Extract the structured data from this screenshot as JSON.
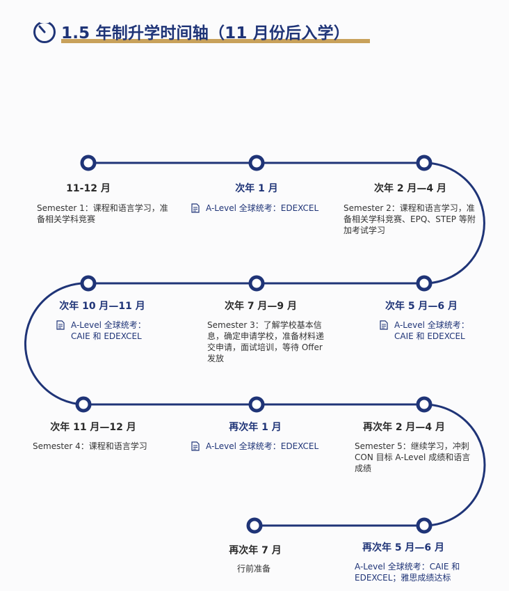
{
  "header": {
    "title": "1.5 年制升学时间轴（11 月份后入学）"
  },
  "icons": {
    "header": "clock-icon",
    "exam": "document-icon"
  },
  "colors": {
    "primary": "#1f3477",
    "accent": "#c8a15b",
    "text": "#2b2b2b"
  },
  "timeline": {
    "n1": {
      "label": "11-12 月",
      "desc": "Semester 1：课程和语言学习，准备相关学科竞赛"
    },
    "n2": {
      "label": "次年 1 月",
      "exam": "A-Level 全球统考：EDEXCEL"
    },
    "n3": {
      "label": "次年 2 月—4 月",
      "desc": "Semester 2：课程和语言学习，准备相关学科竞赛、EPQ、STEP 等附加考试学习"
    },
    "n4": {
      "label": "次年 10 月—11 月",
      "exam": "A-Level 全球统考：CAIE 和 EDEXCEL"
    },
    "n5": {
      "label": "次年 7 月—9 月",
      "desc": "Semester 3：了解学校基本信息，确定申请学校，准备材料递交申请，面试培训，等待 Offer 发放"
    },
    "n6": {
      "label": "次年 5 月—6 月",
      "exam": "A-Level 全球统考：CAIE 和 EDEXCEL"
    },
    "n7": {
      "label": "次年 11 月—12 月",
      "desc": "Semester 4：课程和语言学习"
    },
    "n8": {
      "label": "再次年 1 月",
      "exam": "A-Level 全球统考：EDEXCEL"
    },
    "n9": {
      "label": "再次年 2 月—4 月",
      "desc": "Semester 5：继续学习，冲刺 CON 目标 A-Level 成绩和语言成绩"
    },
    "n10": {
      "label": "再次年 7 月",
      "desc": "行前准备"
    },
    "n11": {
      "label": "再次年 5 月—6 月",
      "desc": "A-Level 全球统考：CAIE 和 EDEXCEL；雅思成绩达标"
    }
  }
}
